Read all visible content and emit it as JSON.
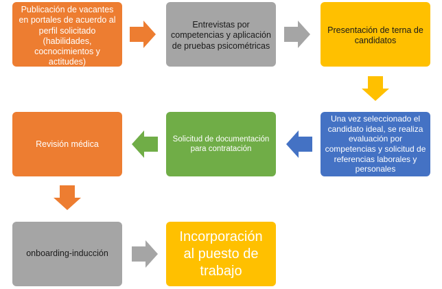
{
  "colors": {
    "orange": "#ED7D31",
    "gray": "#A5A5A5",
    "gold": "#FFC000",
    "blue": "#4472C4",
    "green": "#70AD47"
  },
  "steps": [
    {
      "id": "publicacion",
      "text": "Publicación de vacantes en portales de acuerdo al perfil solicitado (habilidades, cocnocimientos y actitudes)"
    },
    {
      "id": "entrevistas",
      "text": "Entrevistas por competencias y  aplicación de  pruebas psicométricas"
    },
    {
      "id": "presentacion",
      "text": "Presentación de terna de candidatos"
    },
    {
      "id": "seleccion",
      "text": "Una vez seleccionado el candidato ideal, se realiza evaluación por competencias y solicitud de referencias laborales y personales"
    },
    {
      "id": "documentacion",
      "text": "Solicitud de documentación para contratación"
    },
    {
      "id": "revision",
      "text": "Revisión médica"
    },
    {
      "id": "onboarding",
      "text": "onboarding-inducción"
    },
    {
      "id": "incorporacion",
      "text": "Incorporación al puesto de trabajo"
    }
  ]
}
